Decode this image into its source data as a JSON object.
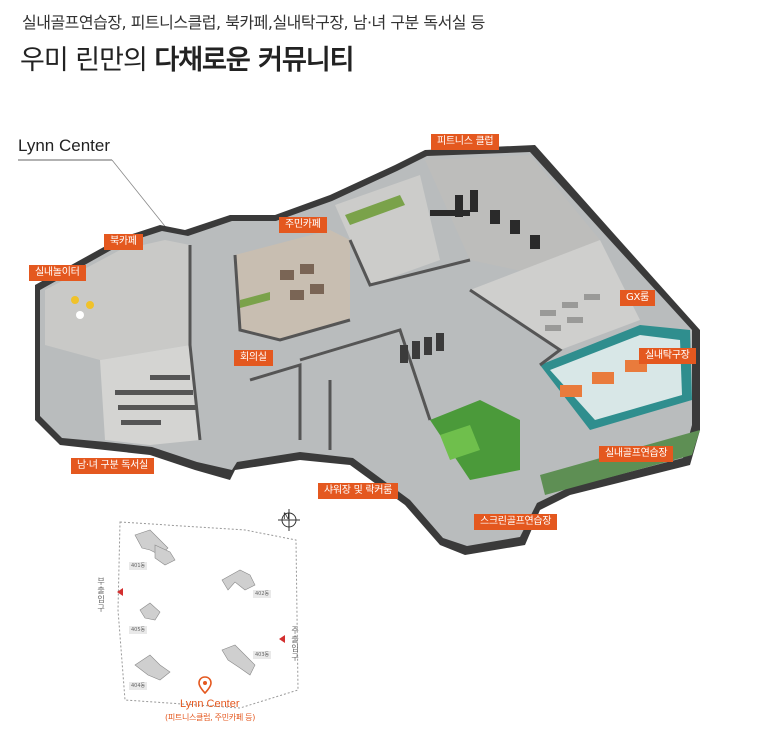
{
  "header": {
    "subtitle": "실내골프연습장, 피트니스클럽, 북카페,실내탁구장, 남·녀 구분 독서실 등",
    "title_prefix": "우미 린만의 ",
    "title_emphasis": "다채로운 커뮤니티"
  },
  "plan": {
    "building_label": "Lynn Center",
    "accent_color": "#e4581f",
    "rooms": [
      {
        "label": "피트니스 클럽"
      },
      {
        "label": "북카페"
      },
      {
        "label": "주민카페"
      },
      {
        "label": "실내놀이터"
      },
      {
        "label": "GX룸"
      },
      {
        "label": "회의실"
      },
      {
        "label": "실내탁구장"
      },
      {
        "label": "실내골프연습장"
      },
      {
        "label": "남·녀 구분 독서실"
      },
      {
        "label": "샤워장 및 락커룸"
      },
      {
        "label": "스크린골프연습장"
      }
    ]
  },
  "site_map": {
    "buildings": [
      {
        "label": "401동"
      },
      {
        "label": "402동"
      },
      {
        "label": "403동"
      },
      {
        "label": "404동"
      },
      {
        "label": "405동"
      }
    ],
    "gates": [
      {
        "label": "부출입구"
      },
      {
        "label": "주출입구"
      }
    ],
    "north_icon": "north-compass-icon",
    "north_label": "N",
    "location_pin_icon": "location-pin-icon",
    "highlight_label": "Lynn Center",
    "highlight_sub": "(피트니스클럽, 주민카페 등)"
  }
}
